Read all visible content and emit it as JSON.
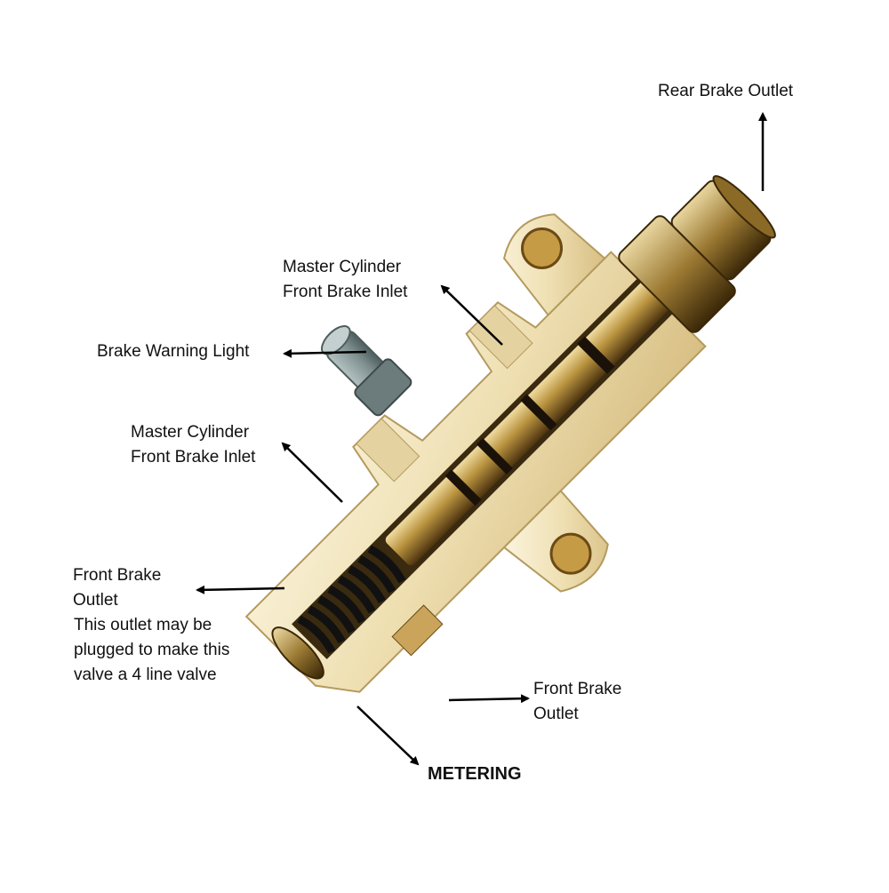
{
  "labels": {
    "rear_brake_outlet": "Rear Brake Outlet",
    "mc_inlet_top_line1": "Master Cylinder",
    "mc_inlet_top_line2": "Front Brake Inlet",
    "brake_warning_light": "Brake Warning Light",
    "mc_inlet_mid_line1": "Master Cylinder",
    "mc_inlet_mid_line2": "Front Brake Inlet",
    "front_outlet_left_line1": "Front Brake",
    "front_outlet_left_line2": "Outlet",
    "plug_note_line1": "This outlet may be",
    "plug_note_line2": "plugged to make this",
    "plug_note_line3": "valve a 4 line valve",
    "front_outlet_right_line1": "Front Brake",
    "front_outlet_right_line2": "Outlet",
    "metering": "METERING"
  },
  "colors": {
    "brass_light": "#f3e7c4",
    "brass_mid": "#c9a45a",
    "brass_dark": "#6b4a16",
    "spring": "#1a1a1a",
    "switch": "#8fa0a0",
    "arrow": "#000000"
  }
}
